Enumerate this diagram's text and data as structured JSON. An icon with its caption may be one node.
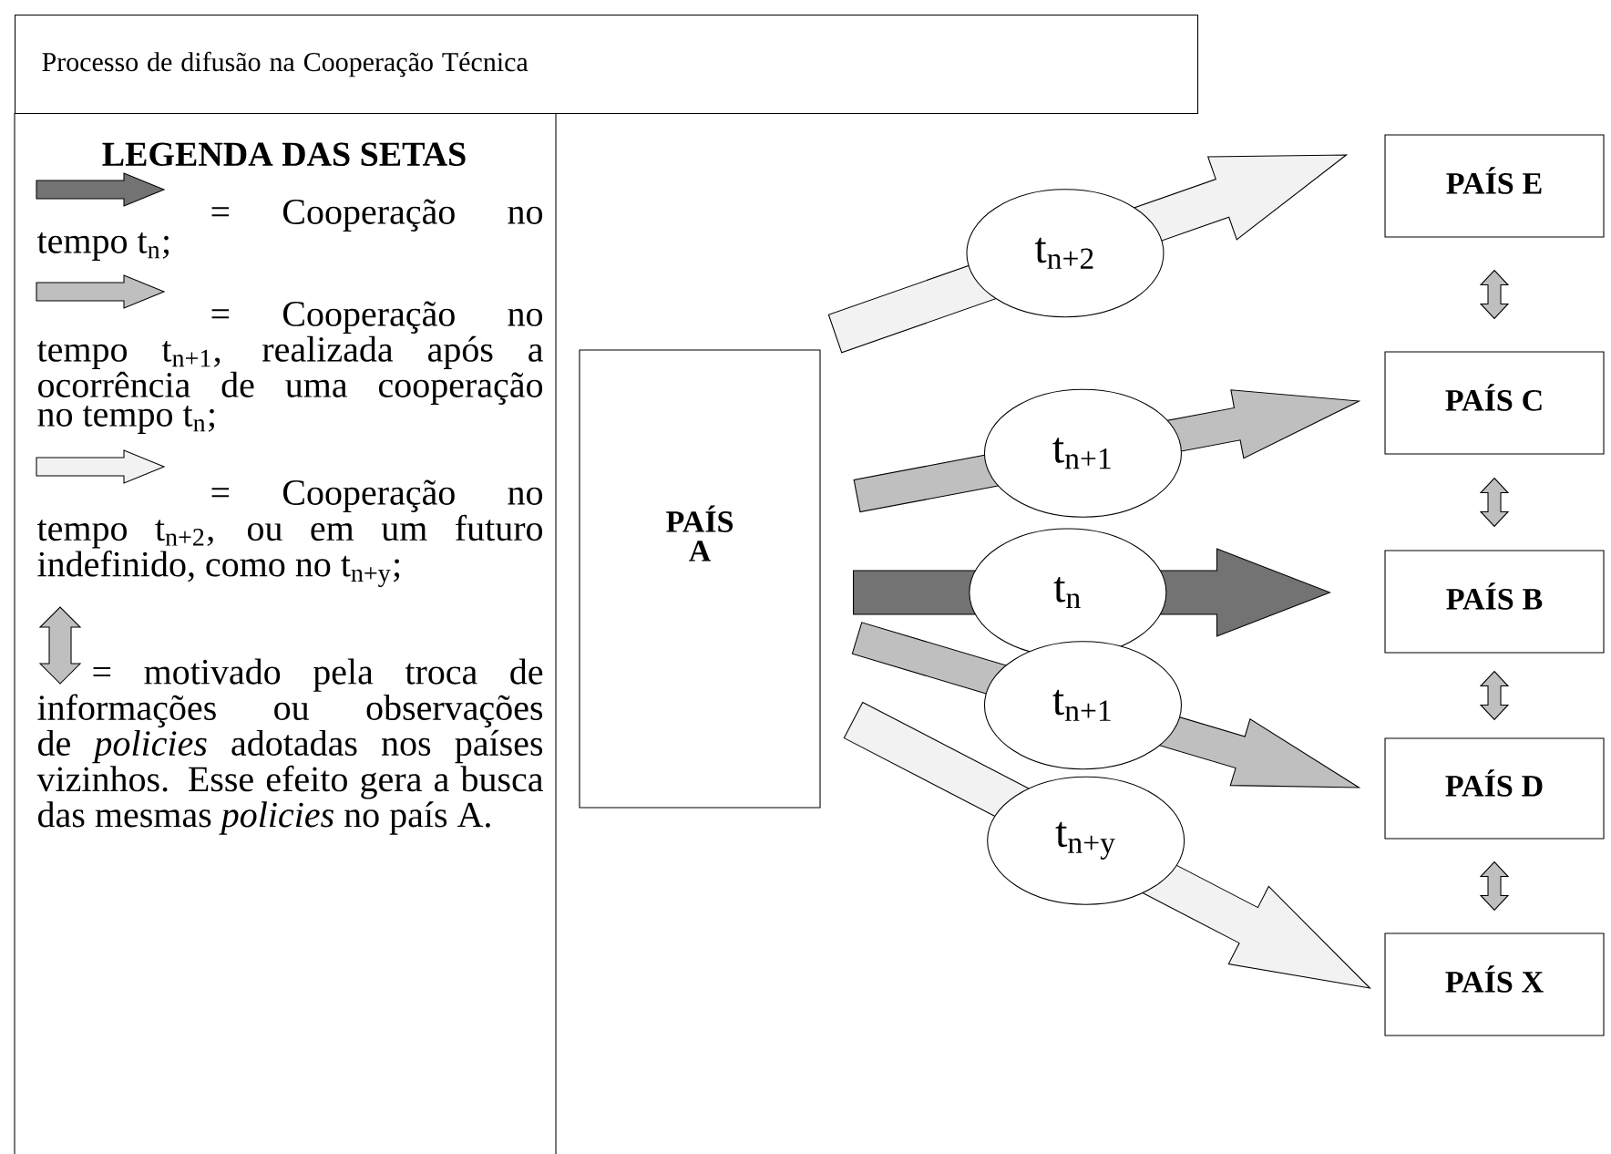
{
  "diagram": {
    "title": "Processo de difusão na Cooperação Técnica",
    "nodes": [
      {
        "text": [
          "PAÍS A"
        ]
      },
      {
        "text": [
          "PAÍS E"
        ]
      },
      {
        "text": [
          "PAÍS C"
        ]
      },
      {
        "text": [
          "PAÍS B"
        ]
      },
      {
        "text": [
          "PAÍS D"
        ]
      },
      {
        "text": [
          "PAÍS X"
        ]
      }
    ],
    "edges": [
      {
        "from": 0,
        "to": 1,
        "arrow": "to",
        "label": "t$_{n+2}$",
        "color": "#f2f2f2"
      },
      {
        "from": 0,
        "to": 2,
        "arrow": "to",
        "label": "t$_{n+1}$",
        "color": "#bfbfbf"
      },
      {
        "from": 0,
        "to": 3,
        "arrow": "to",
        "label": "t$_{n}$",
        "color": "#737373"
      },
      {
        "from": 0,
        "to": 4,
        "arrow": "to",
        "label": "t$_{n+1}$",
        "color": "#bfbfbf"
      },
      {
        "from": 0,
        "to": 5,
        "arrow": "to",
        "label": "t$_{n+y}$",
        "color": "#f2f2f2"
      },
      {
        "from": 1,
        "to": 2,
        "arrow": "both",
        "color": "#bfbfbf"
      },
      {
        "from": 2,
        "to": 3,
        "arrow": "both",
        "color": "#bfbfbf"
      },
      {
        "from": 3,
        "to": 4,
        "arrow": "both",
        "color": "#bfbfbf"
      },
      {
        "from": 4,
        "to": 5,
        "arrow": "both",
        "color": "#bfbfbf"
      }
    ],
    "labels": [
      "LEGENDA DAS SETAS"
    ],
    "legend": [
      {
        "text": "= Cooperação no tempo t$_{n}$;",
        "color": "#737373"
      },
      {
        "text": "= Cooperação no tempo t$_{n+1}$, realizada após a ocorrência de uma cooperação no tempo t$_{n}$;",
        "color": "#bfbfbf"
      },
      {
        "text": "= Cooperação no tempo t$_{n+2}$, ou em um futuro indefinido, como no t$_{n+y}$;",
        "color": "#f2f2f2"
      },
      {
        "text": "= motivado pela troca de informações ou observações de *policies* adotadas nos países vizinhos. Esse efeito gera a busca das mesmas *policies* no país A.",
        "color": "#bfbfbf"
      }
    ]
  }
}
